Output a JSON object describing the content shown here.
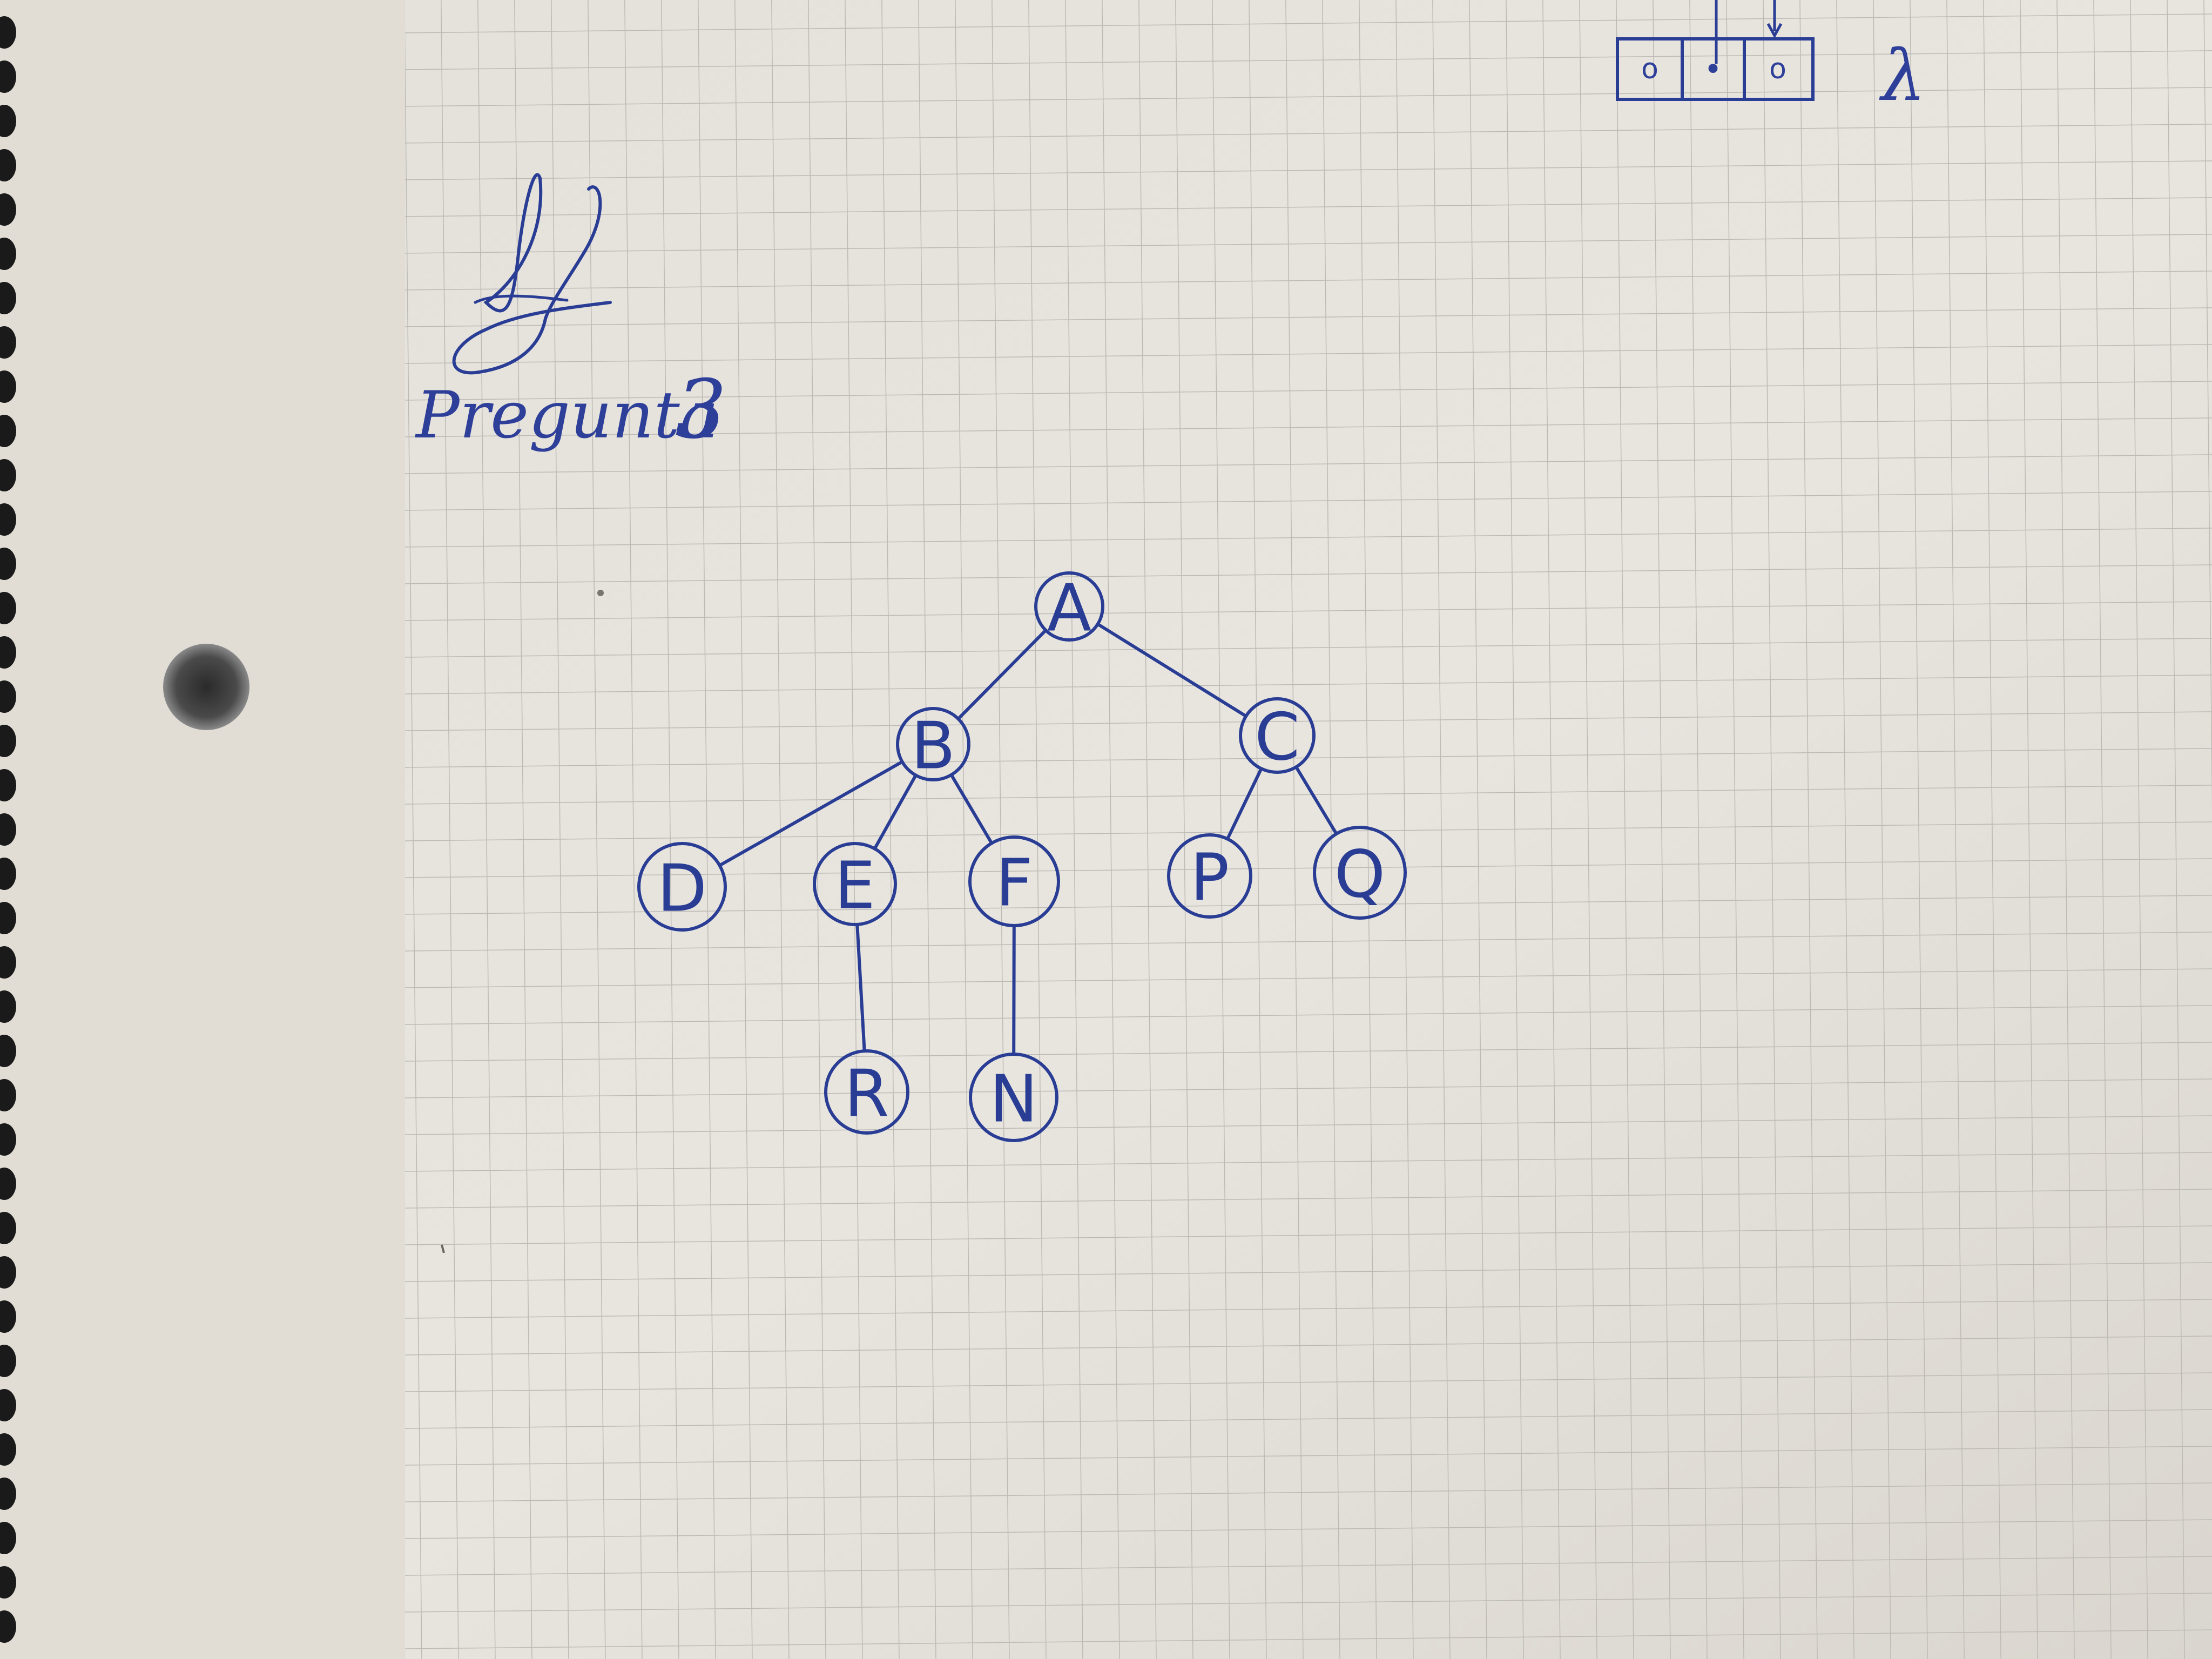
{
  "heading": {
    "label": "Pregunta",
    "number": "3"
  },
  "signature": "signature",
  "corner_diagram": {
    "cells": [
      "o",
      "•",
      "o"
    ],
    "symbol": "λ"
  },
  "tree": {
    "nodes": [
      {
        "id": "A",
        "label": "A"
      },
      {
        "id": "B",
        "label": "B"
      },
      {
        "id": "C",
        "label": "C"
      },
      {
        "id": "D",
        "label": "D"
      },
      {
        "id": "E",
        "label": "E"
      },
      {
        "id": "F",
        "label": "F"
      },
      {
        "id": "P",
        "label": "P"
      },
      {
        "id": "Q",
        "label": "Q"
      },
      {
        "id": "R",
        "label": "R"
      },
      {
        "id": "N",
        "label": "N"
      }
    ],
    "edges": [
      [
        "A",
        "B"
      ],
      [
        "A",
        "C"
      ],
      [
        "B",
        "D"
      ],
      [
        "B",
        "E"
      ],
      [
        "B",
        "F"
      ],
      [
        "C",
        "P"
      ],
      [
        "C",
        "Q"
      ],
      [
        "E",
        "R"
      ],
      [
        "F",
        "N"
      ]
    ]
  },
  "colors": {
    "ink": "#2a3d95",
    "grid": "#b9b7b5",
    "paper": "#e6e3dd",
    "spiral": "#1a1a1a"
  }
}
